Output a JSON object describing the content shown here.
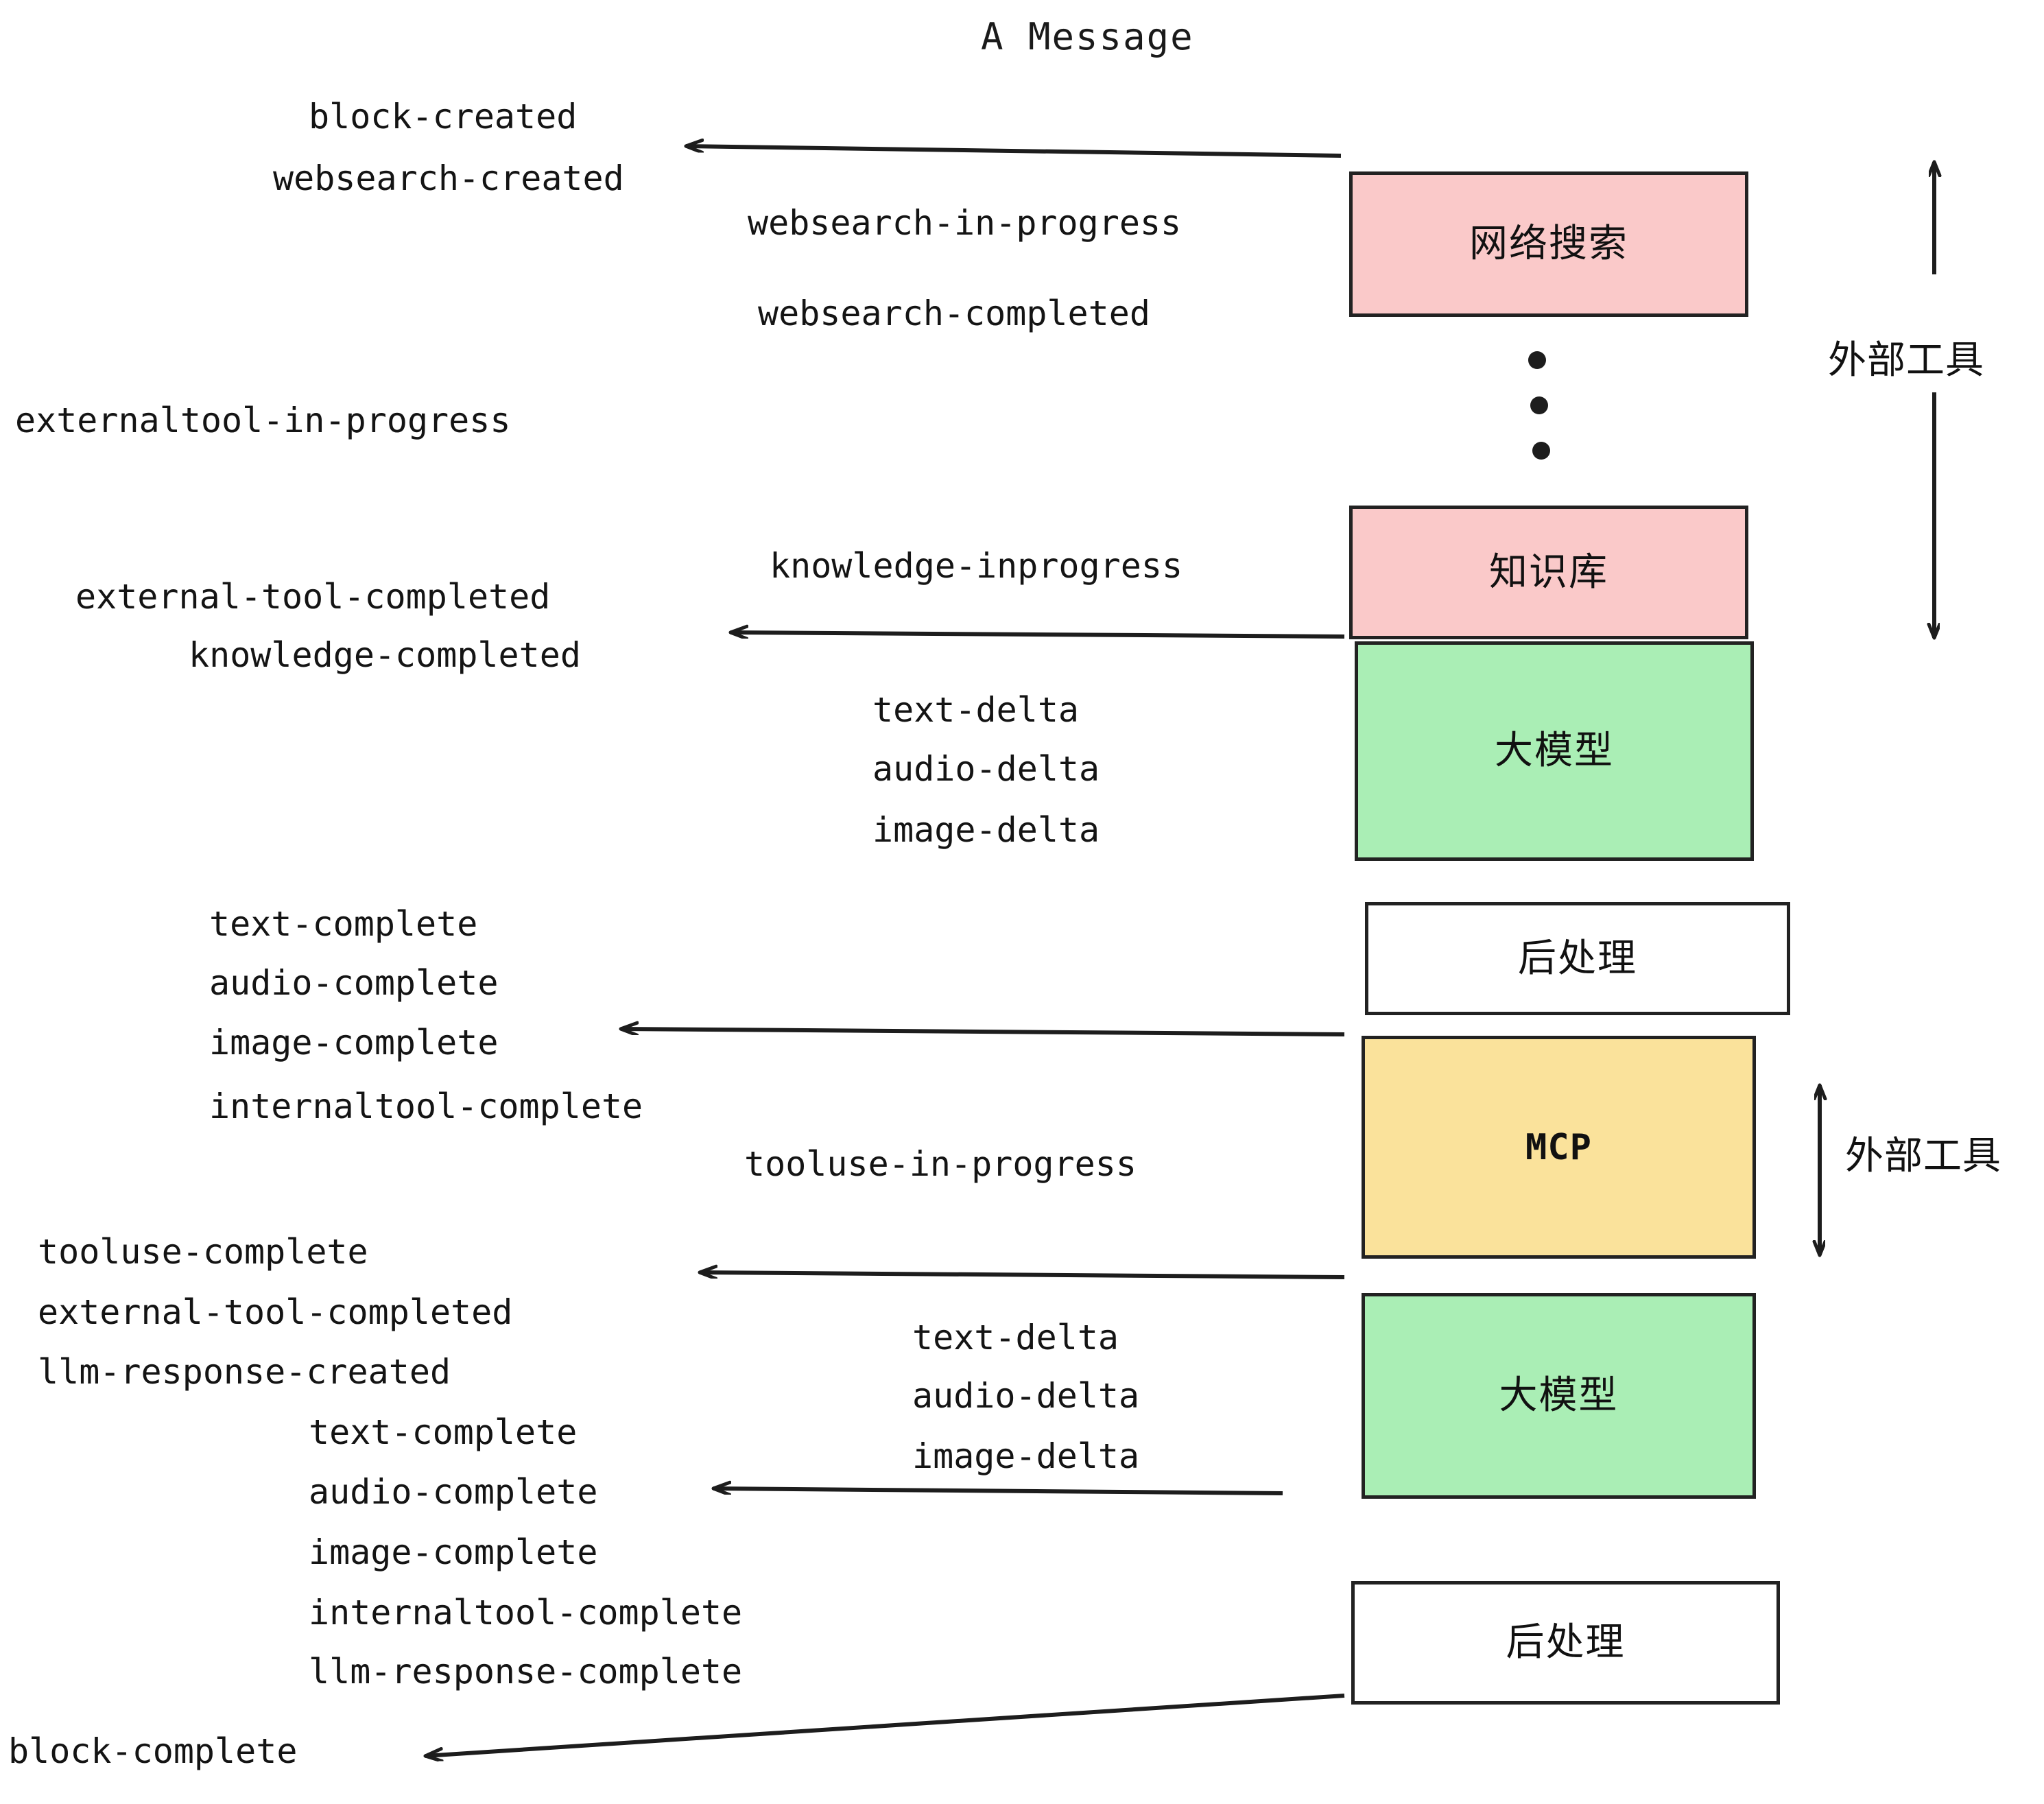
{
  "diagram": {
    "title": "A Message",
    "background_color": "#ffffff",
    "stroke_color": "#222222"
  },
  "colors": {
    "pink": "#fac9c9",
    "green": "#aaeeb5",
    "yellow": "#fae29b",
    "white": "#ffffff",
    "ink": "#141414"
  },
  "boxes": [
    {
      "id": "websearch",
      "label": "网络搜索",
      "fill": "#fac9c9",
      "script": "cjk"
    },
    {
      "id": "knowledge",
      "label": "知识库",
      "fill": "#fac9c9",
      "script": "cjk"
    },
    {
      "id": "llm-1",
      "label": "大模型",
      "fill": "#aaeeb5",
      "script": "cjk"
    },
    {
      "id": "postprocess-1",
      "label": "后处理",
      "fill": "#ffffff",
      "script": "cjk"
    },
    {
      "id": "mcp",
      "label": "MCP",
      "fill": "#fae29b",
      "script": "latin"
    },
    {
      "id": "llm-2",
      "label": "大模型",
      "fill": "#aaeeb5",
      "script": "cjk"
    },
    {
      "id": "postprocess-2",
      "label": "后处理",
      "fill": "#ffffff",
      "script": "cjk"
    }
  ],
  "side_annotations": [
    {
      "id": "external-tools-top",
      "label": "外部工具"
    },
    {
      "id": "external-tools-bottom",
      "label": "外部工具"
    }
  ],
  "events": {
    "block_created": "block-created",
    "websearch_created": "websearch-created",
    "websearch_in_progress": "websearch-in-progress",
    "websearch_completed": "websearch-completed",
    "externaltool_in_progress": "externaltool-in-progress",
    "knowledge_inprogress": "knowledge-inprogress",
    "external_tool_completed_1": "external-tool-completed",
    "knowledge_completed": "knowledge-completed",
    "text_delta_1": "text-delta",
    "audio_delta_1": "audio-delta",
    "image_delta_1": "image-delta",
    "text_complete_1": "text-complete",
    "audio_complete_1": "audio-complete",
    "image_complete_1": "image-complete",
    "internaltool_complete_1": "internaltool-complete",
    "tooluse_in_progress": "tooluse-in-progress",
    "tooluse_complete": "tooluse-complete",
    "external_tool_completed_2": "external-tool-completed",
    "llm_response_created": "llm-response-created",
    "text_delta_2": "text-delta",
    "audio_delta_2": "audio-delta",
    "image_delta_2": "image-delta",
    "text_complete_2": "text-complete",
    "audio_complete_2": "audio-complete",
    "image_complete_2": "image-complete",
    "internaltool_complete_2": "internaltool-complete",
    "llm_response_complete": "llm-response-complete",
    "block_complete": "block-complete"
  },
  "ellipsis": {
    "dot_count": 3
  }
}
